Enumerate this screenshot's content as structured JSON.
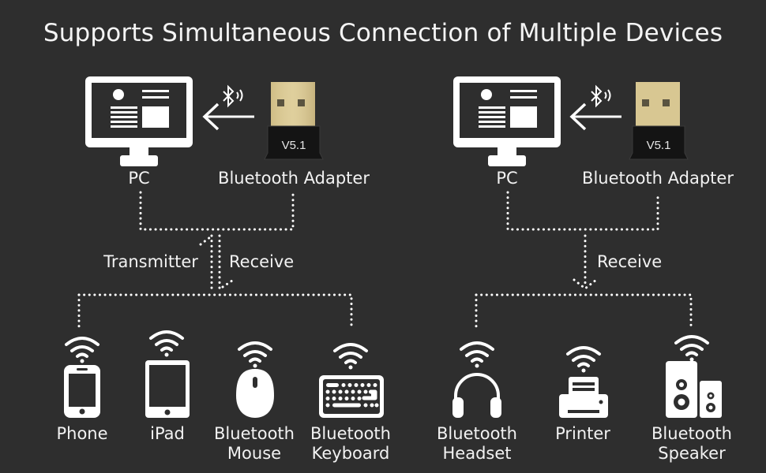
{
  "title": "Supports Simultaneous Connection of Multiple Devices",
  "colors": {
    "background": "#2e2e2e",
    "foreground": "#ffffff",
    "adapter_gold": "#d9c893",
    "adapter_body": "#111111"
  },
  "left_panel": {
    "pc_label": "PC",
    "adapter_label": "Bluetooth Adapter",
    "adapter_version": "V5.1",
    "flow_labels": {
      "transmitter": "Transmitter",
      "receive": "Receive"
    },
    "devices": [
      {
        "icon": "phone-icon",
        "label_line1": "Phone",
        "label_line2": ""
      },
      {
        "icon": "ipad-icon",
        "label_line1": "iPad",
        "label_line2": ""
      },
      {
        "icon": "mouse-icon",
        "label_line1": "Bluetooth",
        "label_line2": "Mouse"
      },
      {
        "icon": "keyboard-icon",
        "label_line1": "Bluetooth",
        "label_line2": "Keyboard"
      }
    ]
  },
  "right_panel": {
    "pc_label": "PC",
    "adapter_label": "Bluetooth Adapter",
    "adapter_version": "V5.1",
    "flow_labels": {
      "receive": "Receive"
    },
    "devices": [
      {
        "icon": "headset-icon",
        "label_line1": "Bluetooth",
        "label_line2": "Headset"
      },
      {
        "icon": "printer-icon",
        "label_line1": "Printer",
        "label_line2": ""
      },
      {
        "icon": "speaker-icon",
        "label_line1": "Bluetooth",
        "label_line2": "Speaker"
      }
    ]
  }
}
